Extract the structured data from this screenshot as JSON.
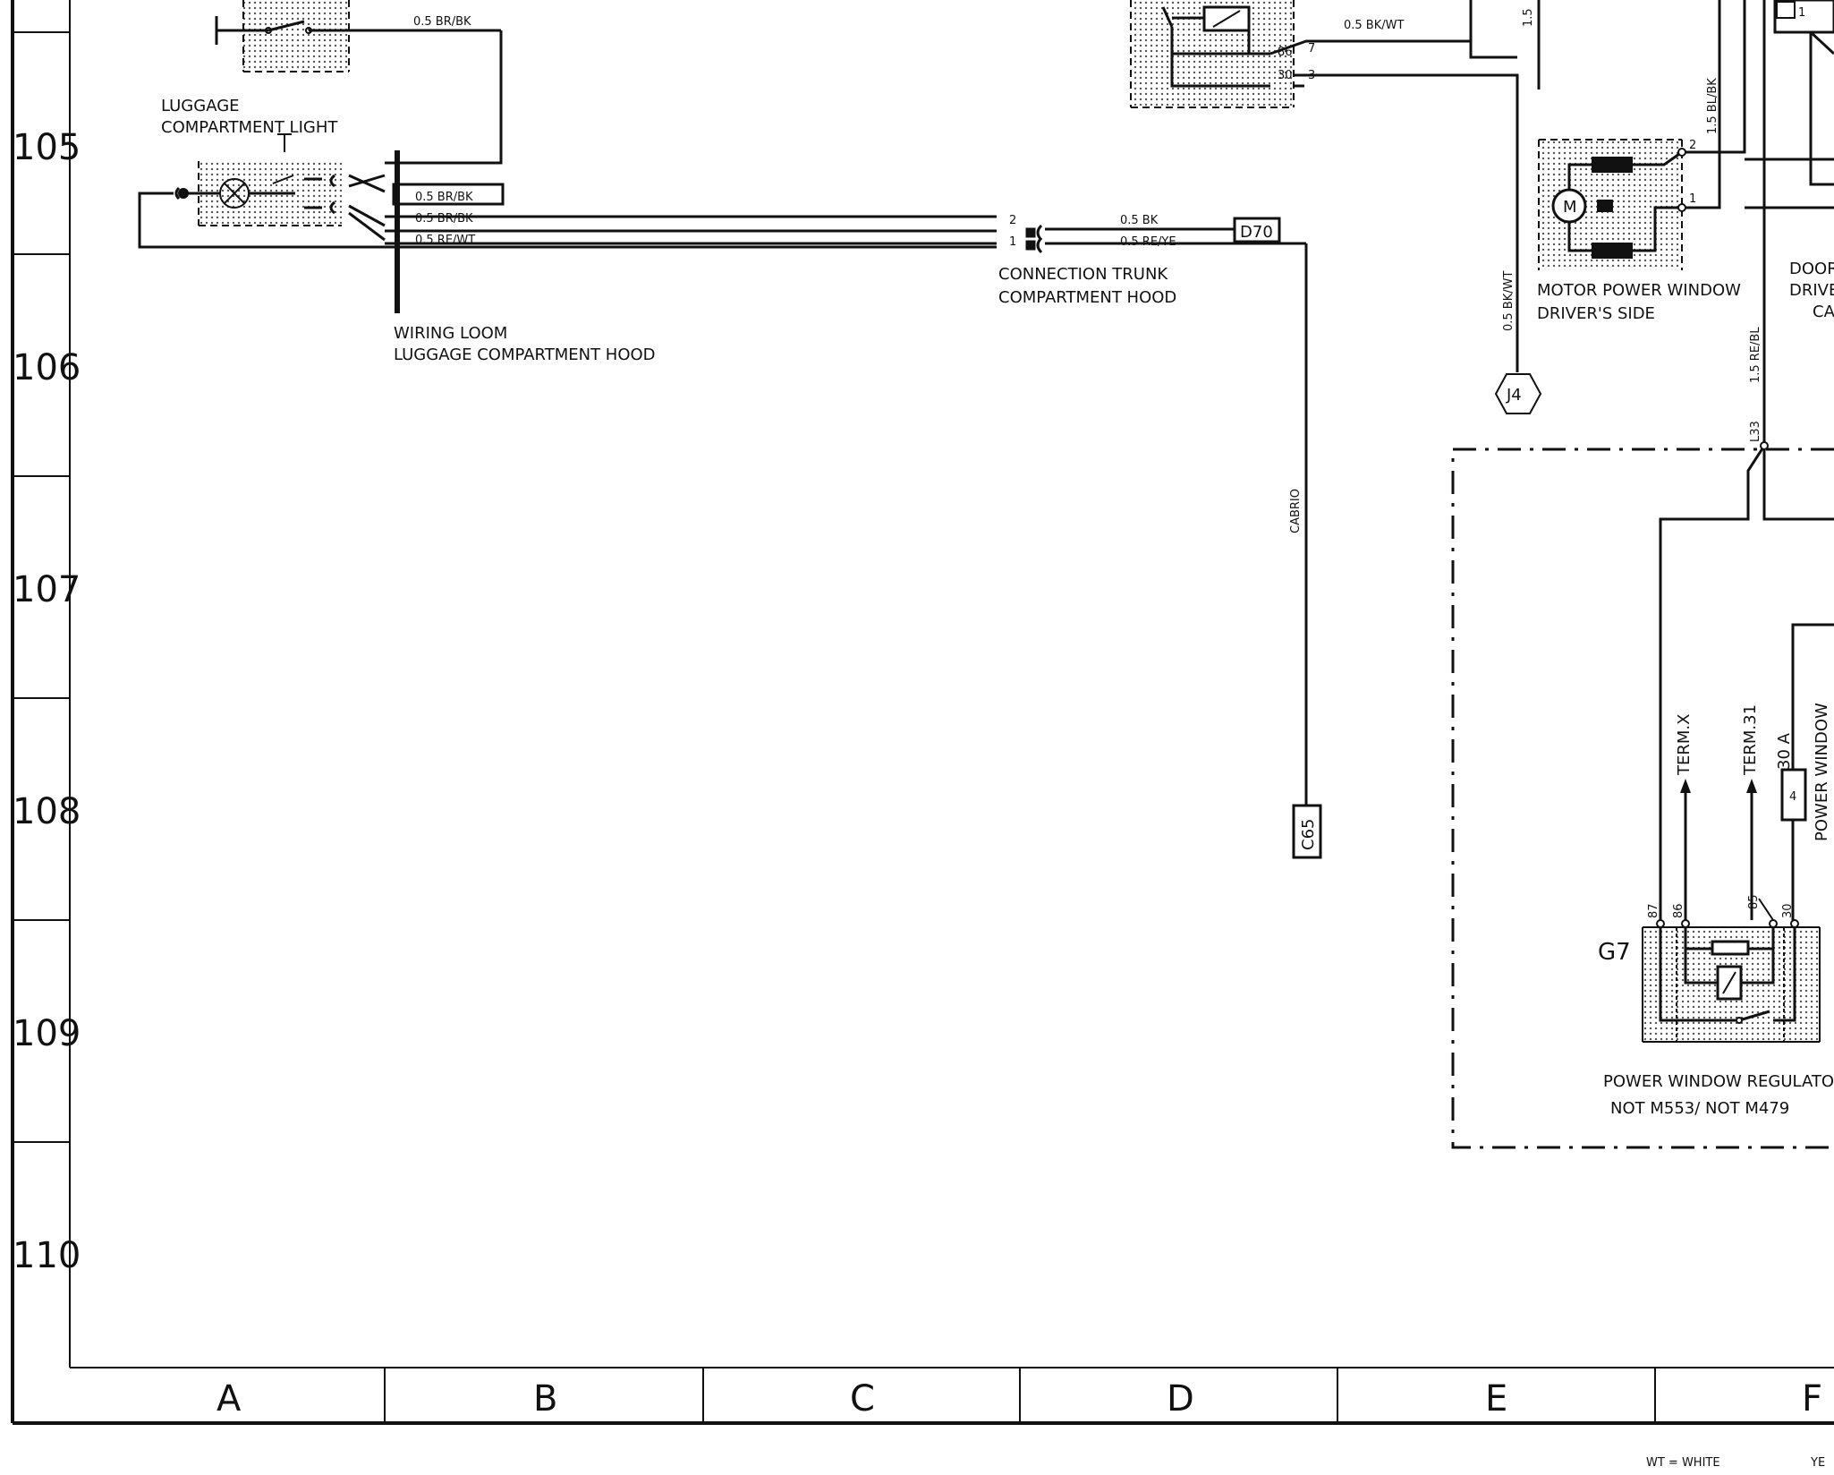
{
  "row_numbers": [
    "105",
    "106",
    "107",
    "108",
    "109",
    "110"
  ],
  "column_letters": [
    "A",
    "B",
    "C",
    "D",
    "E",
    "F"
  ],
  "components": {
    "luggage_light": {
      "line1": "LUGGAGE",
      "line2": "COMPARTMENT LIGHT"
    },
    "wiring_loom": {
      "line1": "WIRING LOOM",
      "line2": "LUGGAGE COMPARTMENT HOOD"
    },
    "trunk_connection": {
      "line1": "CONNECTION TRUNK",
      "line2": "COMPARTMENT HOOD"
    },
    "motor": {
      "line1": "MOTOR POWER WINDOW",
      "line2": "DRIVER'S SIDE"
    },
    "door": {
      "line1": "DOOR",
      "line2": "DRIVE",
      "line3": "CA"
    },
    "regulator": {
      "id": "G7",
      "line1": "POWER WINDOW  REGULATO",
      "line2": "NOT M553/  NOT M479"
    }
  },
  "wires": {
    "top_br_bk": "0.5 BR/BK",
    "br_bk_1": "0.5 BR/BK",
    "br_bk_2": "0.5 BR/BK",
    "re_wt": "0.5 RE/WT",
    "bk": "0.5 BK",
    "re_ye": "0.5 RE/YE",
    "bk_wt_top": "0.5 BK/WT",
    "bk_wt_vert": "0.5 BK/WT",
    "bl_bk": "1.5 BL/BK",
    "re_bl": "1.5 RE/BL",
    "top_15": "1.5",
    "cabrio": "CABRIO"
  },
  "connectors": {
    "d70": "D70",
    "c65": "C65",
    "j4": "J4",
    "l33": "L33",
    "pin_2": "2",
    "pin_1": "1",
    "motor_pin_2": "2",
    "motor_pin_1": "1",
    "relay_86": "86",
    "relay_30": "30",
    "relay_7": "7",
    "relay_3": "3",
    "top_right_1": "1"
  },
  "terminals": {
    "term_x": "TERM.X",
    "term_31": "TERM.31",
    "fuse_30a": "30 A",
    "fuse_symbol": "4",
    "power_window": "POWER WINDOW",
    "g7_87": "87",
    "g7_86": "86",
    "g7_85": "85",
    "g7_30": "30"
  },
  "motor_symbol": "M",
  "legend": {
    "wt": "WT = WHITE",
    "ye": "YE"
  }
}
